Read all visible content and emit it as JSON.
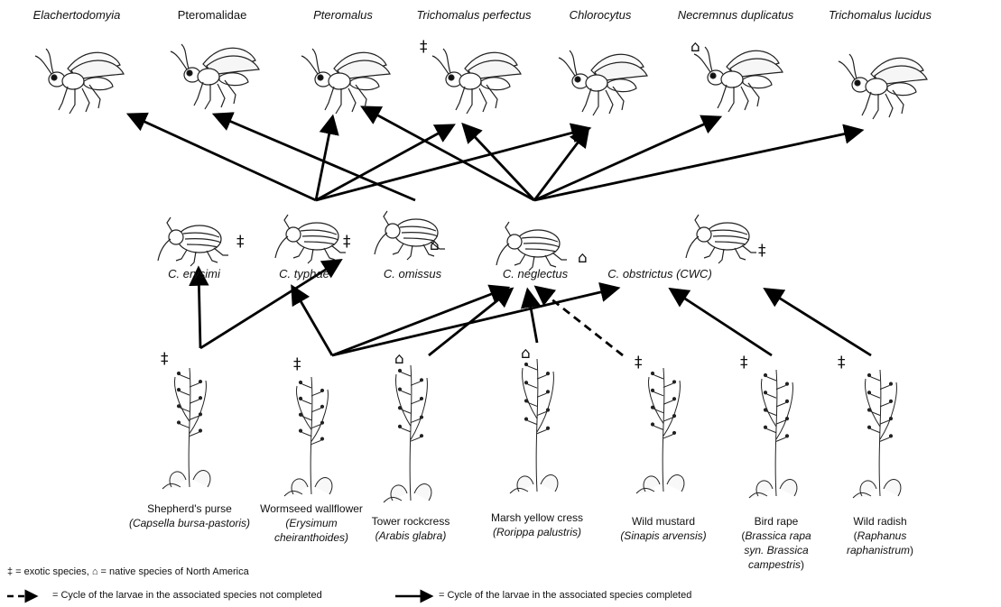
{
  "wasps": [
    {
      "id": "w1",
      "name": "Elachertodomyia",
      "italic": true
    },
    {
      "id": "w2",
      "name": "Pteromalidae",
      "italic": false
    },
    {
      "id": "w3",
      "name": "Pteromalus",
      "italic": true
    },
    {
      "id": "w4",
      "name": "Trichomalus perfectus",
      "italic": true,
      "status": "‡"
    },
    {
      "id": "w5",
      "name": "Chlorocytus",
      "italic": true
    },
    {
      "id": "w6",
      "name": "Necremnus duplicatus",
      "italic": true,
      "status": "⌂"
    },
    {
      "id": "w7",
      "name": "Trichomalus lucidus",
      "italic": true
    }
  ],
  "weevils": [
    {
      "id": "v1",
      "name": "C. erysimi",
      "status": "‡"
    },
    {
      "id": "v2",
      "name": "C. typhae",
      "status": "‡"
    },
    {
      "id": "v3",
      "name": "C. omissus",
      "status": "⌂"
    },
    {
      "id": "v4",
      "name": "C. neglectus",
      "status": "⌂"
    },
    {
      "id": "v5",
      "name": "C. obstrictus (CWC)",
      "status": "‡"
    }
  ],
  "plants": [
    {
      "id": "p1",
      "common": "Shepherd's purse",
      "scientific": "(Capsella bursa-pastoris)",
      "status": "‡"
    },
    {
      "id": "p2",
      "common": "Wormseed wallflower",
      "scientific": "(Erysimum cheiranthoides)",
      "status": "‡"
    },
    {
      "id": "p3",
      "common": "Tower rockcress",
      "scientific": "(Arabis glabra)",
      "status": "⌂"
    },
    {
      "id": "p4",
      "common": "Marsh yellow cress",
      "scientific": "(Rorippa palustris)",
      "status": "⌂"
    },
    {
      "id": "p5",
      "common": "Wild mustard",
      "scientific": "(Sinapis arvensis)",
      "status": "‡"
    },
    {
      "id": "p6",
      "common": "Bird rape (",
      "scientific": "Brassica rapa syn. Brassica campestris",
      "tail": ")",
      "status": "‡"
    },
    {
      "id": "p7",
      "common": "Wild radish (",
      "scientific": "Raphanus raphanistrum",
      "tail": ")",
      "status": "‡"
    }
  ],
  "links": [
    {
      "from": "v2",
      "to": "w1",
      "completed": true
    },
    {
      "from": "v2",
      "to": "w3",
      "completed": true
    },
    {
      "from": "v2",
      "to": "w4",
      "completed": true
    },
    {
      "from": "v2",
      "to": "w5",
      "completed": true
    },
    {
      "from": "v3",
      "to": "w2",
      "completed": true
    },
    {
      "from": "v4",
      "to": "w3",
      "completed": true
    },
    {
      "from": "v4",
      "to": "w4",
      "completed": true
    },
    {
      "from": "v4",
      "to": "w5",
      "completed": true
    },
    {
      "from": "v4",
      "to": "w6",
      "completed": true
    },
    {
      "from": "v4",
      "to": "w7",
      "completed": true
    },
    {
      "from": "p1",
      "to": "v1",
      "completed": true
    },
    {
      "from": "p1",
      "to": "v2",
      "completed": true
    },
    {
      "from": "p2",
      "to": "v2",
      "completed": true
    },
    {
      "from": "p2",
      "to": "v4",
      "completed": true
    },
    {
      "from": "p2",
      "to": "v5",
      "completed": true
    },
    {
      "from": "p3",
      "to": "v4",
      "completed": true
    },
    {
      "from": "p4",
      "to": "v4",
      "completed": true
    },
    {
      "from": "p5",
      "to": "v4",
      "completed": false
    },
    {
      "from": "p6",
      "to": "v5",
      "completed": true
    },
    {
      "from": "p7",
      "to": "v5",
      "completed": true
    }
  ],
  "legend": {
    "symbols": "‡ = exotic species, ⌂ = native species of North America",
    "dashed": "= Cycle of the larvae in the associated species not completed",
    "solid": "= Cycle of the larvae in the associated species completed"
  }
}
